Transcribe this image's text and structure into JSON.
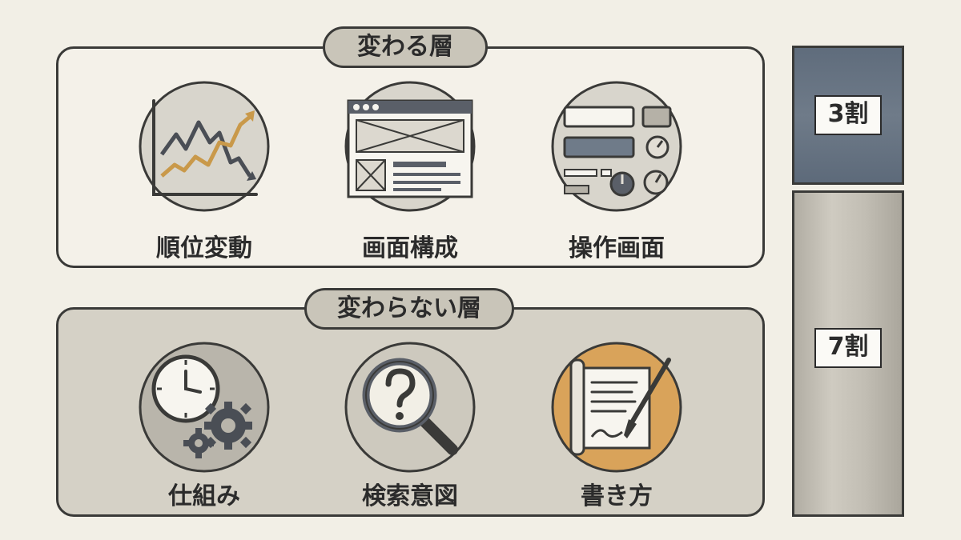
{
  "top_section": {
    "title": "変わる層",
    "items": [
      {
        "label": "順位変動",
        "icon": "ranking-chart-icon"
      },
      {
        "label": "画面構成",
        "icon": "browser-wireframe-icon"
      },
      {
        "label": "操作画面",
        "icon": "control-panel-icon"
      }
    ]
  },
  "bottom_section": {
    "title": "変わらない層",
    "items": [
      {
        "label": "仕組み",
        "icon": "clock-gears-icon"
      },
      {
        "label": "検索意図",
        "icon": "magnifier-question-icon"
      },
      {
        "label": "書き方",
        "icon": "scroll-brush-icon"
      }
    ]
  },
  "ratio_bar": {
    "top_label": "3割",
    "bottom_label": "7割",
    "top_share": 0.3,
    "bottom_share": 0.7
  },
  "colors": {
    "outline": "#3a3a38",
    "slate_blue": "#5f6c7c",
    "warm_gray": "#c9c5b9",
    "accent_orange": "#d9a35a",
    "accent_gold": "#c9994a"
  }
}
